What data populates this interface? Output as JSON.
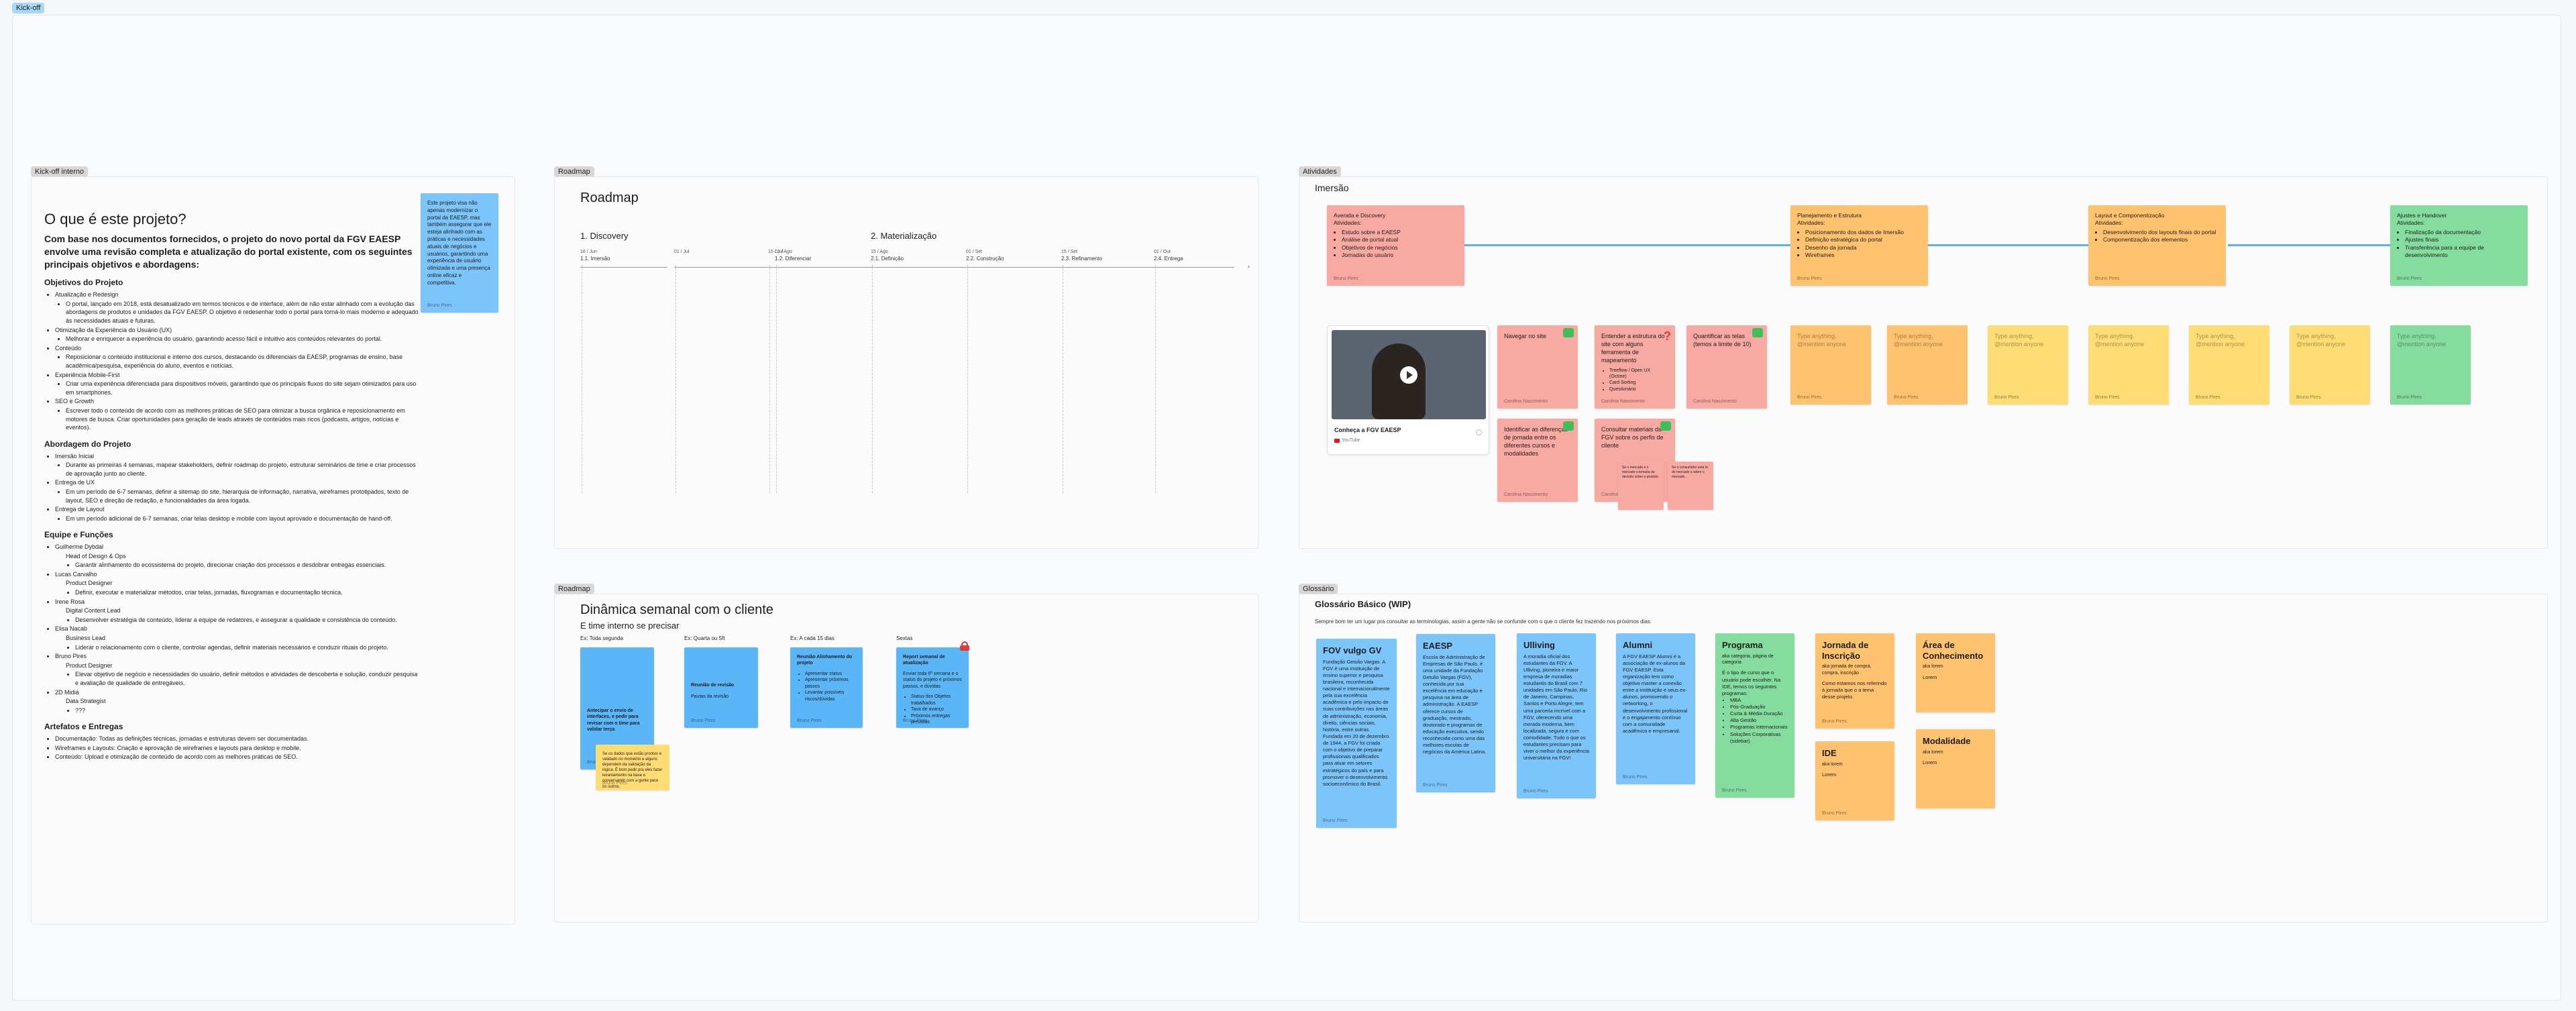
{
  "board": {
    "label": "Kick-off"
  },
  "kickoff": {
    "label": "Kick-off interno",
    "title": "O que é este projeto?",
    "intro": "Com base nos documentos fornecidos, o projeto do novo portal da FGV EAESP envolve uma revisão completa e atualização do portal existente, com os seguintes principais objetivos e abordagens:",
    "note_text": "Este projeto visa não apenas modernizar o portal da EAESP, mas também assegurar que ele esteja alinhado com as práticas e necessidades atuais de negócios e usuários, garantindo uma experiência de usuário otimizada e uma presença online eficaz e competitiva.",
    "note_author": "Bruno Pires",
    "sections": [
      {
        "heading": "Objetivos do Projeto",
        "items": [
          {
            "t": "Atualização e Redesign",
            "sub": [
              "O portal, lançado em 2018, está desatualizado em termos técnicos e de interface, além de não estar alinhado com a evolução das abordagens de produtos e unidades da FGV EAESP. O objetivo é redesenhar todo o portal para torná-lo mais moderno e adequado às necessidades atuais e futuras."
            ]
          },
          {
            "t": "Otimização da Experiência do Usuário (UX)",
            "sub": [
              "Melhorar e enriquecer a experiência do usuário, garantindo acesso fácil e intuitivo aos conteúdos relevantes do portal."
            ]
          },
          {
            "t": "Conteúdo",
            "sub": [
              "Reposicionar o conteúdo institucional e interno dos cursos, destacando os diferenciais da EAESP, programas de ensino, base acadêmica/pesquisa, experiência do aluno, eventos e notícias."
            ]
          },
          {
            "t": "Experiência Mobile-First",
            "sub": [
              "Criar uma experiência diferenciada para dispositivos móveis, garantindo que os principais fluxos do site sejam otimizados para uso em smartphones."
            ]
          },
          {
            "t": "SEO e Growth",
            "sub": [
              "Escrever todo o conteúdo de acordo com as melhores práticas de SEO para otimizar a busca orgânica e reposicionamento em motores de busca. Criar oportunidades para geração de leads através de conteúdos mais ricos (podcasts, artigos, notícias e eventos)."
            ]
          }
        ]
      },
      {
        "heading": "Abordagem do Projeto",
        "items": [
          {
            "t": "Imersão Inicial",
            "sub": [
              "Durante as primeiras 4 semanas, mapear stakeholders, definir roadmap do projeto, estruturar seminários de time e criar processos de aprovação junto ao cliente."
            ]
          },
          {
            "t": "Entrega de UX",
            "sub": [
              "Em um período de 6-7 semanas, definir a sitemap do site, hierarquia de informação, narrativa, wireframes prototipados, texto de layout, SEO e direção de redação, e funcionalidades da área logada."
            ]
          },
          {
            "t": "Entrega de Layout",
            "sub": [
              "Em um período adicional de 6-7 semanas, criar telas desktop e mobile com layout aprovado e documentação de hand-off."
            ]
          }
        ]
      },
      {
        "heading": "Equipe e Funções",
        "items": [
          {
            "t": "Guilherme Dybdal",
            "sub": [
              "Head of Design & Ops",
              "Garantir alinhamento do ecossistema do projeto, direcionar criação dos processos e desdobrar entregas essenciais."
            ]
          },
          {
            "t": "Lucas Carvalho",
            "sub": [
              "Product Designer",
              "Definir, executar e materializar métodos, criar telas, jornadas, fluxogramas e documentação técnica."
            ]
          },
          {
            "t": "Irene Rosa",
            "sub": [
              "Digital Content Lead",
              "Desenvolver estratégia de conteúdo, liderar a equipe de redatores, e assegurar a qualidade e consistência do conteúdo."
            ]
          },
          {
            "t": "Elisa Nacab",
            "sub": [
              "Business Lead",
              "Liderar o relacionamento com o cliente, controlar agendas, definir materiais necessários e conduzir rituais do projeto."
            ]
          },
          {
            "t": "Bruno Pires",
            "sub": [
              "Product Designer",
              "Elevar objetivo de negócio e necessidades do usuário, definir métodos e atividades de descoberta e solução, conduzir pesquisa e avaliação de qualidade de entregáveis."
            ]
          },
          {
            "t": "2D Midiá",
            "sub": [
              "Data Strategist",
              "???"
            ]
          }
        ]
      },
      {
        "heading": "Artefatos e Entregas",
        "items": [
          {
            "t": "Documentação: Todas as definições técnicas, jornadas e estruturas devem ser documentadas.",
            "sub": []
          },
          {
            "t": "Wireframes e Layouts: Criação e aprovação de wireframes e layouts para desktop e mobile.",
            "sub": []
          },
          {
            "t": "Conteúdo: Upload e otimização de conteúdo de acordo com as melhores práticas de SEO.",
            "sub": []
          }
        ]
      }
    ]
  },
  "roadmap": {
    "label": "Roadmap",
    "title": "Roadmap",
    "phase1": "1. Discovery",
    "phase2": "2. Materialização",
    "ticks": [
      {
        "d": "16 / Jun",
        "t": "1.1. Imersão"
      },
      {
        "d": "01 / Jul",
        "t": ""
      },
      {
        "d": "15 / Jul",
        "t": ""
      },
      {
        "d": "01 / Ago",
        "t": "1.2. Diferenciar"
      },
      {
        "d": "15 / Ago",
        "t": "2.1. Definição"
      },
      {
        "d": "01 / Set",
        "t": "2.2. Construção"
      },
      {
        "d": "15 / Set",
        "t": "2.3. Refinamento"
      },
      {
        "d": "01 / Out",
        "t": "2.4. Entrega"
      }
    ]
  },
  "atividades": {
    "label": "Atividades",
    "title": "Imersão",
    "top": [
      {
        "h": "Avenida e Discovery\nAtividades:",
        "items": [
          "Estudo sobre a EAESP",
          "Análise de portal atual",
          "Objetivos de negócios",
          "Jornadas do usuário"
        ],
        "author": "Bruno Pires"
      },
      {
        "h": "Planejamento e Estrutura\nAtividades:",
        "items": [
          "Posicionamento dos dados de Imersão",
          "Definição estratégica do portal",
          "Desenho da jornada",
          "Wireframes"
        ],
        "author": "Bruno Pires"
      },
      {
        "h": "Layout e Componentização\nAtividades:",
        "items": [
          "Desenvolvimento dos layouts finais do portal",
          "Componentização dos elementos"
        ],
        "author": "Bruno Pires"
      },
      {
        "h": "Ajustes e Handover\nAtividades:",
        "items": [
          "Finalização da documentação",
          "Ajustes finais",
          "Transferência para a equipe de desenvolvimento"
        ],
        "author": "Bruno Pires"
      }
    ],
    "video_title": "Conheça a FGV EAESP",
    "video_source": "YouTube",
    "reds": [
      {
        "t": "Navegar no site",
        "a": "Carolina Nascimento"
      },
      {
        "t": "Entender a estrutura do site com alguns ferramenta de mapeamento",
        "items": [
          "Treeflow / Open UX (Octree)",
          "Card Sorting",
          "Questionário"
        ],
        "a": "Carolina Nascimento"
      },
      {
        "t": "Quantificar as telas",
        "sub": "(temos a limite de 10)",
        "a": "Carolina Nascimento"
      },
      {
        "t": "Identificar as diferenças de jornada entre os diferentes cursos e modalidades",
        "a": "Carolina Nascimento"
      },
      {
        "t": "Consultar materiais da FGV sobre os perfis de cliente",
        "a": "Carolina Nascimento"
      }
    ],
    "mini_a": "Se o mercado e o mercado a tomada de decisão sobre o produto.",
    "mini_b": "Se o consumidor está lá do mercado a sobre o mercado.",
    "placeholder": "Type anything, @mention anyone",
    "placeholder_author": "Bruno Pires"
  },
  "dinamica": {
    "label": "Roadmap",
    "title": "Dinâmica semanal com o cliente",
    "subtitle": "E time interno se precisar",
    "cols": [
      {
        "h": "Ex: Toda segunda",
        "t": "Antecipar o envio de interfaces, e pedir para revisar com o time para validar terça",
        "a": "Bruno Pires"
      },
      {
        "h": "Ex: Quarta ou 5ft",
        "t": "Reunião de revisão",
        "sub": "Pautas da revisão",
        "a": "Bruno Pires"
      },
      {
        "h": "Ex: A cada 15 dias",
        "t": "Reunião Alinhamento do projeto",
        "list": [
          "Apresentar status",
          "Apresentar próximos passos",
          "Levantar possíveis riscos/dúvidas"
        ],
        "a": "Bruno Pires"
      },
      {
        "h": "Sextas",
        "t": "Report semanal de atualização",
        "body": "Enviar toda 6ª semana e o status do projeto e próximos passos, e dúvidas",
        "list": [
          "Status dos Objetos trabalhados",
          "Taxa de avanço",
          "Próximos entregas previstas"
        ],
        "a": "Bruno Pires"
      }
    ],
    "yellow_note": "Se os dados que estão prontos e validado no momento e alguns dependem da validação da lógica. É bom pedir pra eles fazer levantamento na base e conversando com a gente para os outros.",
    "yellow_author": "Bruno Pires"
  },
  "glossario": {
    "label": "Glossário",
    "title": "Glossário Básico (WIP)",
    "subtitle": "Sempre bom ter um lugar pra consultar as terminologias, assim a gente não se confunde com o que o cliente fez trazendo nos próximos dias.",
    "cards": [
      {
        "c": "lblue",
        "t": "FOV vulgo GV",
        "b": "Fundação Getulio Vargas. A FGV é uma instituição de ensino superior e pesquisa brasileira, reconhecida nacional e internacionalmente pela sua excelência acadêmica e pelo impacto de suas contribuições nas áreas de administração, economia, direito, ciências sociais, história, entre outras. Fundada em 20 de dezembro de 1944, a FGV foi criada com o objetivo de preparar profissionais qualificados para atuar em setores estratégicos do país e para promover o desenvolvimento socioeconômico do Brasil.",
        "a": "Bruno Pires"
      },
      {
        "c": "lblue",
        "t": "EAESP",
        "b": "Escola de Administração de Empresas de São Paulo, é uma unidade da Fundação Getulio Vargas (FGV), conhecida por sua excelência em educação e pesquisa na área de administração. A EAESP oferece cursos de graduação, mestrado, doutorado e programas de educação executiva, sendo reconhecida como uma das melhores escolas de negócios da América Latina.",
        "a": "Bruno Pires"
      },
      {
        "c": "lblue",
        "t": "Ulliving",
        "b": "A moradia oficial dos estudantes da FGV. A Ulliving, pioneira e maior empresa de moradias estudantis do Brasil com 7 unidades em São Paulo, Rio de Janeiro, Campinas, Santos e Porto Alegre, tem uma parceria incrível com a FGV, oferecendo uma morada moderna, bem localizada, segura e com comodidade. Tudo o que os estudantes precisam para viver o melhor da experiência universitária na FGV!",
        "a": "Bruno Pires"
      },
      {
        "c": "lblue",
        "t": "Alumni",
        "b": "A FGV EAESP Alumni é a associação de ex-alunos da FGV EAESP. Esta organização tem como objetivo manter a conexão entre a instituição e seus ex-alunos, promovendo o networking, o desenvolvimento profissional e o engajamento contínuo com a comunidade acadêmica e empresarial.",
        "a": "Bruno Pires"
      },
      {
        "c": "green",
        "t": "Programa",
        "sub": "aka categoria, página de categoria",
        "b": "É o tipo de curso que o usuário pode escolher. Na IDE, temos os seguintes programas:",
        "list": [
          "MBA",
          "Pós-Graduação",
          "Curta & Média Duração",
          "Alta Gestão",
          "Programas Internacionais",
          "Soluções Corporativas (sidebar)"
        ],
        "a": "Bruno Pires"
      },
      {
        "c": "orange",
        "t": "Jornada de Inscrição",
        "sub": "aka jornada de compra, compra, inscrição",
        "b": "Como estamos nos referindo à jornada que o a tema desse projeto.",
        "a": "Bruno Pires"
      },
      {
        "c": "orange",
        "t": "IDE",
        "sub": "aka lorem",
        "b": "Lorem",
        "a": "Bruno Pires"
      },
      {
        "c": "orange",
        "t": "Área de Conhecimento",
        "sub": "aka lorem",
        "b": "Lorem",
        "a": ""
      },
      {
        "c": "orange",
        "t": "Modalidade",
        "sub": "aka lorem",
        "b": "Lorem",
        "a": ""
      }
    ]
  }
}
